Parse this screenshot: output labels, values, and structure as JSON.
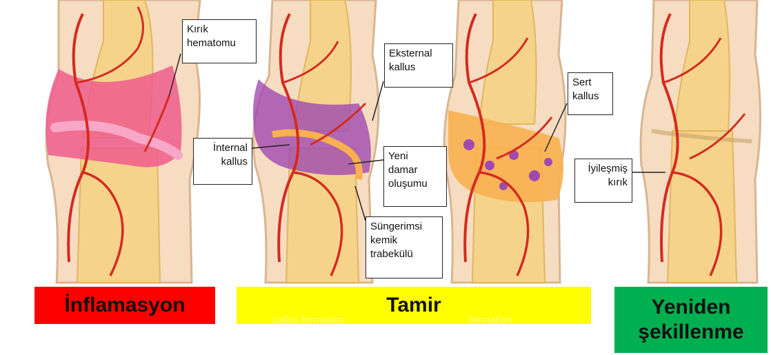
{
  "colors": {
    "skin": "#f6dcc0",
    "skin_edge": "#d8b592",
    "bone": "#f5d38a",
    "bone_dark": "#e0b660",
    "vessel": "#d42a20",
    "hematoma": "#ef5c8c",
    "hematoma_light": "#f8a8c6",
    "callus_purple": "#a04ab0",
    "callus_orange": "#f8b050",
    "inflammation": "#ff0000",
    "repair": "#ffff00",
    "remodeling": "#00b050"
  },
  "callouts": {
    "hematoma": "Kırık\nhematomu",
    "external_callus": "Eksternal\nkallus",
    "internal_callus": "İnternal\nkallus",
    "new_vessels": "Yeni\ndamar\noluşumu",
    "spongy_trabecula": "Süngerimsi\nkemik\ntrabekülü",
    "hard_callus": "Sert\nkallus",
    "healed_fracture": "İyileşmiş\nkırık"
  },
  "phases": {
    "inflammation": "İnflamasyon",
    "repair": "Tamir",
    "remodeling": "Yeniden\nşekillenme"
  },
  "ghost_text": {
    "left": "callus formation",
    "right": "formation"
  }
}
